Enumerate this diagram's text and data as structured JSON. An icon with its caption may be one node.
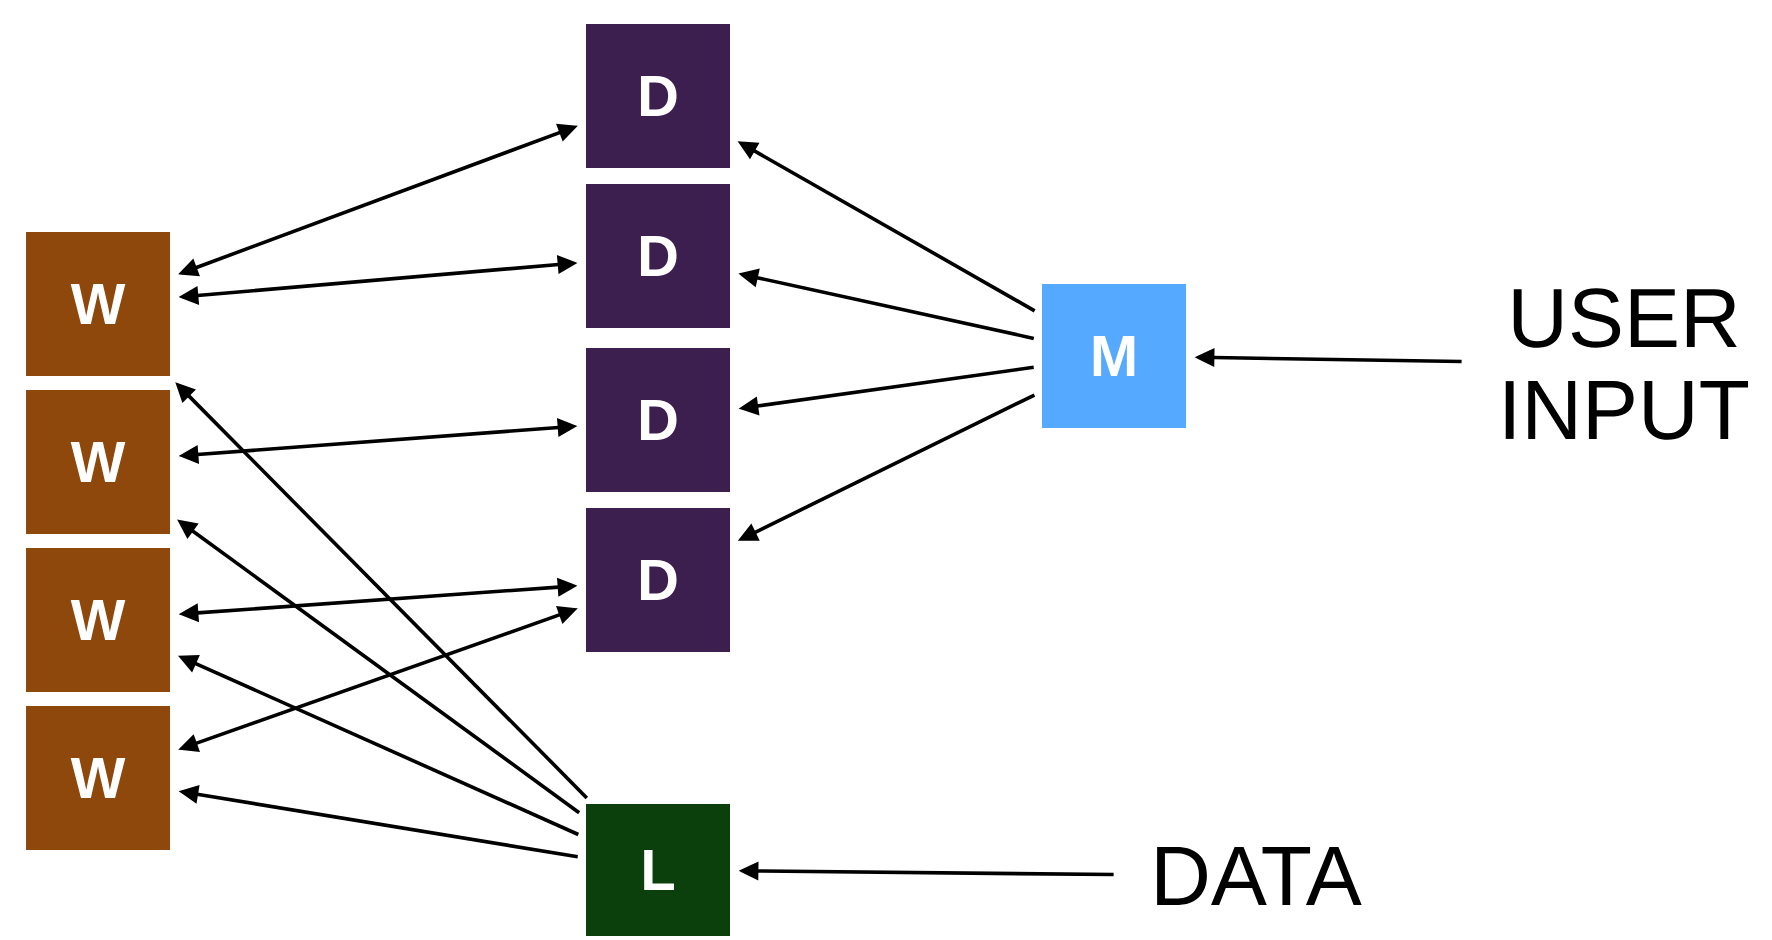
{
  "diagram": {
    "nodes": [
      {
        "text": [
          "W"
        ]
      },
      {
        "text": [
          "W"
        ]
      },
      {
        "text": [
          "W"
        ]
      },
      {
        "text": [
          "W"
        ]
      },
      {
        "text": [
          "D"
        ]
      },
      {
        "text": [
          "D"
        ]
      },
      {
        "text": [
          "D"
        ]
      },
      {
        "text": [
          "D"
        ]
      },
      {
        "text": [
          "M"
        ]
      },
      {
        "text": [
          "L"
        ]
      },
      {
        "text": [
          "USER INPUT"
        ]
      },
      {
        "text": [
          "DATA"
        ]
      }
    ],
    "edges": [
      {
        "from": 0,
        "to": 4,
        "arrow": "both"
      },
      {
        "from": 0,
        "to": 5,
        "arrow": "both"
      },
      {
        "from": 1,
        "to": 6,
        "arrow": "both"
      },
      {
        "from": 2,
        "to": 7,
        "arrow": "both"
      },
      {
        "from": 3,
        "to": 7,
        "arrow": "both"
      },
      {
        "from": 9,
        "to": 0,
        "arrow": "to"
      },
      {
        "from": 9,
        "to": 1,
        "arrow": "to"
      },
      {
        "from": 9,
        "to": 2,
        "arrow": "to"
      },
      {
        "from": 9,
        "to": 3,
        "arrow": "to"
      },
      {
        "from": 8,
        "to": 4,
        "arrow": "to"
      },
      {
        "from": 8,
        "to": 5,
        "arrow": "to"
      },
      {
        "from": 8,
        "to": 6,
        "arrow": "to"
      },
      {
        "from": 8,
        "to": 7,
        "arrow": "to"
      },
      {
        "from": 10,
        "to": 8,
        "arrow": "to"
      },
      {
        "from": 11,
        "to": 9,
        "arrow": "to"
      }
    ]
  }
}
